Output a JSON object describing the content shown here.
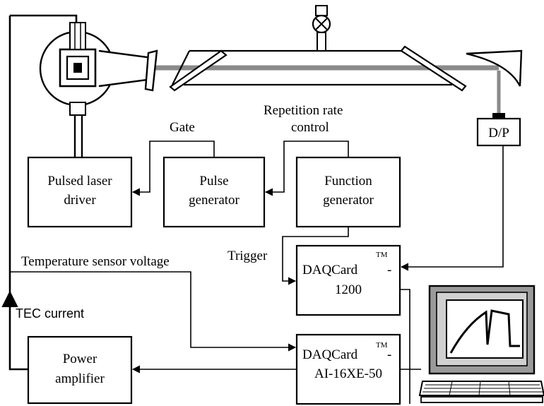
{
  "blocks": {
    "pulsed_laser_driver": [
      "Pulsed laser",
      "driver"
    ],
    "pulse_generator": [
      "Pulse",
      "generator"
    ],
    "function_generator": [
      "Function",
      "generator"
    ],
    "daq1200": {
      "line1": "DAQCard",
      "tm": "TM",
      "dash": "-",
      "line2": "1200"
    },
    "daq_ai": {
      "line1": "DAQCard",
      "tm": "TM",
      "dash": "-",
      "line2": "AI-16XE-50"
    },
    "power_amplifier": [
      "Power",
      "amplifier"
    ],
    "detector": "D/P"
  },
  "labels": {
    "gate": "Gate",
    "repetition_rate_1": "Repetition rate",
    "repetition_rate_2": "control",
    "trigger": "Trigger",
    "temperature_sensor": "Temperature sensor voltage",
    "tec_current": "TEC current"
  },
  "colors": {
    "beam": "#8a8a8a",
    "line": "#000000",
    "monitor_frame": "#9a9a9a"
  },
  "icons": [
    "laser-mount-icon",
    "valve-icon",
    "mirror-icon",
    "parabolic-mirror-icon",
    "computer-icon"
  ]
}
